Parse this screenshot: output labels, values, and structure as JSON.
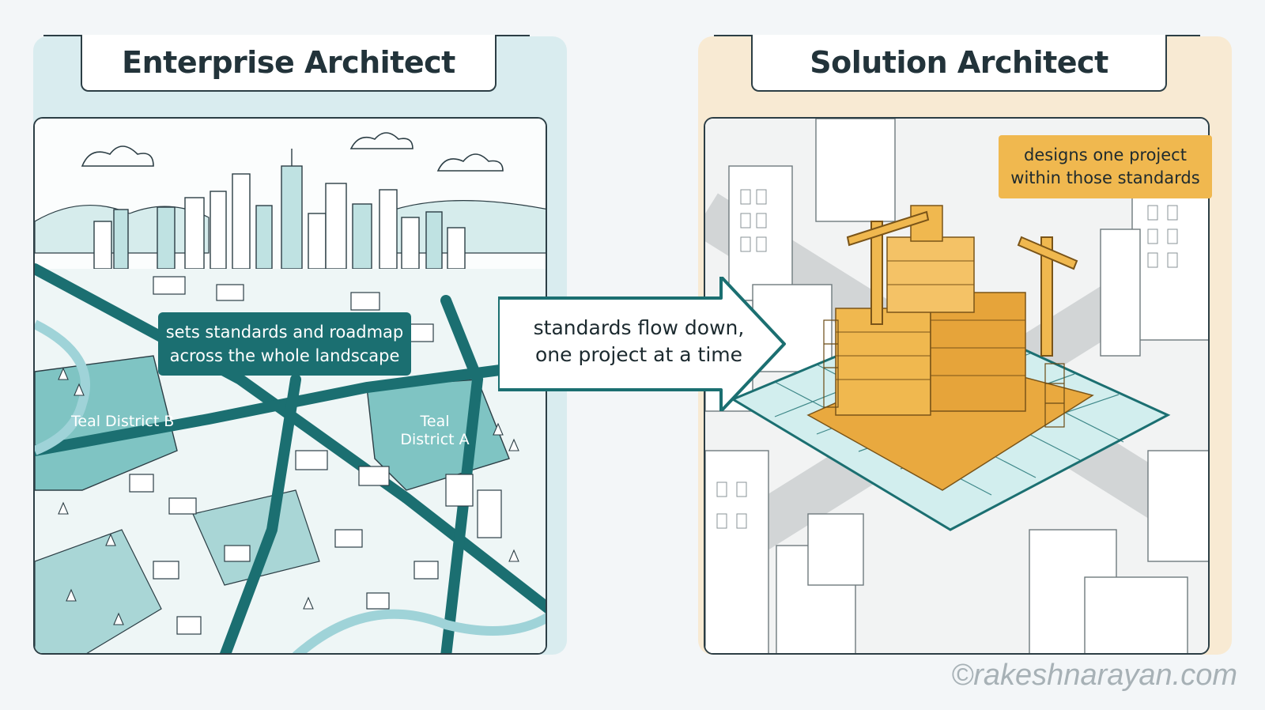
{
  "left_panel": {
    "title": "Enterprise Architect",
    "callout_line1": "sets standards and roadmap",
    "callout_line2": "across the whole landscape",
    "district_b": "Teal District B",
    "district_a_line1": "Teal",
    "district_a_line2": "District A"
  },
  "arrow": {
    "line1": "standards flow down,",
    "line2": "one project at a time"
  },
  "right_panel": {
    "title": "Solution Architect",
    "callout_line1": "designs one project",
    "callout_line2": "within those standards"
  },
  "watermark": "©rakeshnarayan.com",
  "colors": {
    "teal": "#1b6f71",
    "teal_light": "#a9d6d6",
    "amber": "#f0b84f",
    "amber_dark": "#c98f2e",
    "outline": "#2c3e45"
  }
}
